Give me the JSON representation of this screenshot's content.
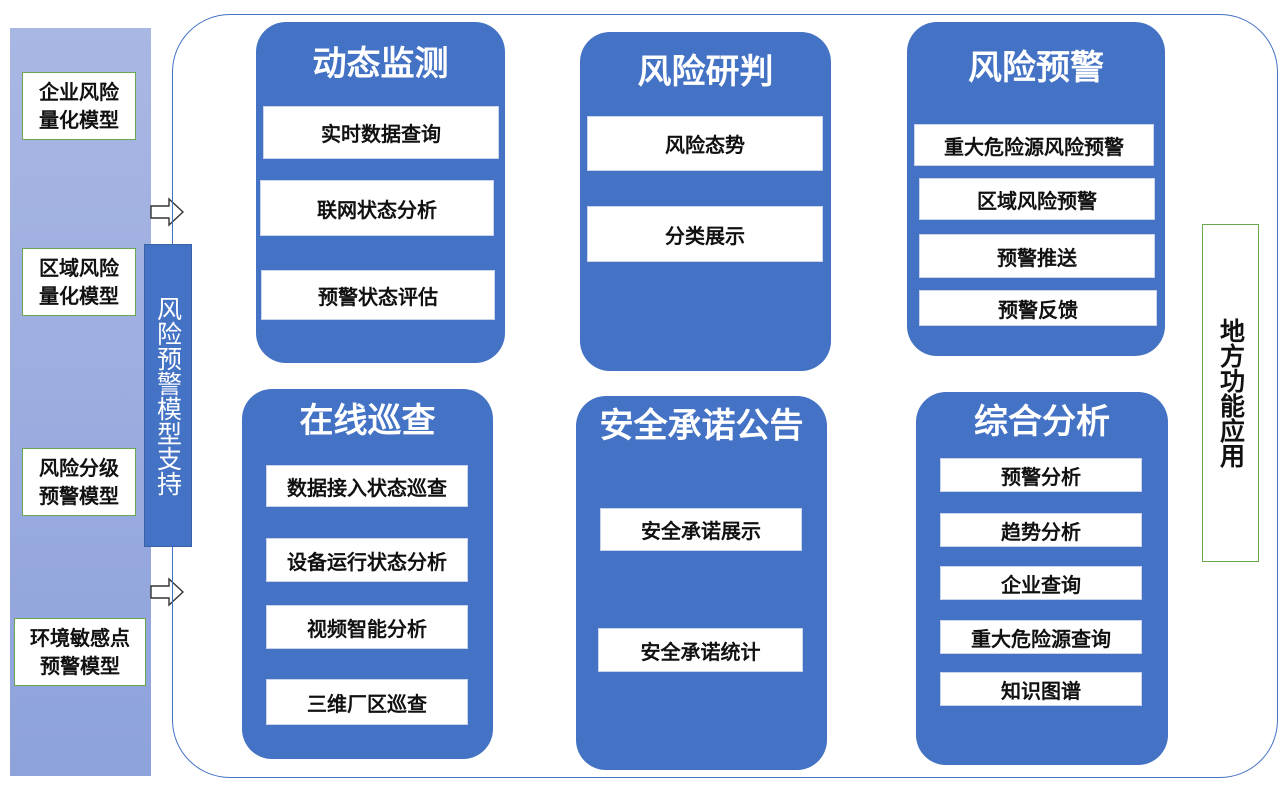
{
  "models": [
    "企业风险\n量化模型",
    "区域风险\n量化模型",
    "风险分级\n预警模型",
    "环境敏感点\n预警模型"
  ],
  "support_label": "风险预警模型支持",
  "local_label": "地方功能应用",
  "panels": [
    {
      "title": "动态监测",
      "items": [
        "实时数据查询",
        "联网状态分析",
        "预警状态评估"
      ]
    },
    {
      "title": "风险研判",
      "items": [
        "风险态势",
        "分类展示"
      ]
    },
    {
      "title": "风险预警",
      "items": [
        "重大危险源风险预警",
        "区域风险预警",
        "预警推送",
        "预警反馈"
      ]
    },
    {
      "title": "在线巡查",
      "items": [
        "数据接入状态巡查",
        "设备运行状态分析",
        "视频智能分析",
        "三维厂区巡查"
      ]
    },
    {
      "title": "安全承诺公告",
      "items": [
        "安全承诺展示",
        "安全承诺统计"
      ]
    },
    {
      "title": "综合分析",
      "items": [
        "预警分析",
        "趋势分析",
        "企业查询",
        "重大危险源查询",
        "知识图谱"
      ]
    }
  ],
  "colors": {
    "panel_blue": "#4472c4",
    "left_bar": "#99abde",
    "model_border": "#6aa84f"
  }
}
